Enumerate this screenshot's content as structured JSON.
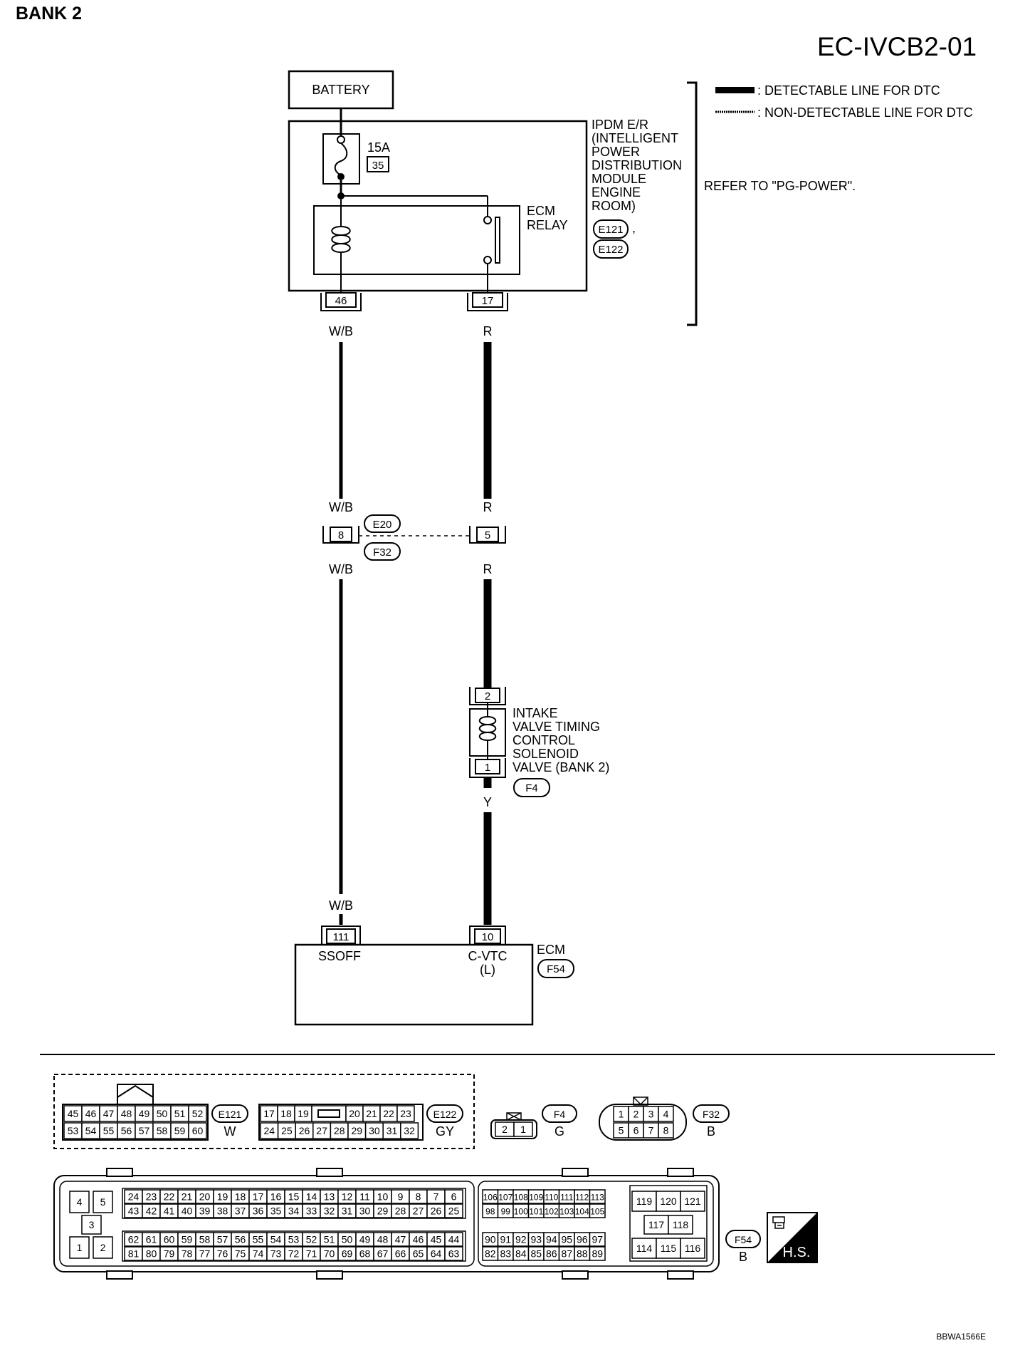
{
  "page": {
    "title": "BANK 2",
    "diagram_id": "EC-IVCB2-01",
    "code": "BBWA1566E"
  },
  "legend": {
    "detectable": ": DETECTABLE LINE FOR DTC",
    "non_detectable": ": NON-DETECTABLE LINE FOR DTC",
    "refer": "REFER TO \"PG-POWER\"."
  },
  "battery": {
    "label": "BATTERY"
  },
  "ipdm": {
    "fuse_amp": "15A",
    "fuse_no": "35",
    "relay_lines": [
      "ECM",
      "RELAY"
    ],
    "name_lines": [
      "IPDM E/R",
      "(INTELLIGENT",
      "POWER",
      "DISTRIBUTION",
      "MODULE",
      "ENGINE",
      "ROOM)"
    ],
    "connectors": [
      "E121",
      "E122"
    ],
    "comma": ",",
    "pin_left": "46",
    "pin_right": "17"
  },
  "wires": {
    "left_color": "W/B",
    "right_color": "R",
    "valve_out_color": "Y"
  },
  "joint": {
    "pin_left": "8",
    "pin_right": "5",
    "connectors": [
      "E20",
      "F32"
    ]
  },
  "valve": {
    "pin_top": "2",
    "pin_bottom": "1",
    "name_lines": [
      "INTAKE",
      "VALVE TIMING",
      "CONTROL",
      "SOLENOID",
      "VALVE (BANK 2)"
    ],
    "connector": "F4"
  },
  "ecm": {
    "pin_left": "111",
    "pin_right": "10",
    "term_left": "SSOFF",
    "term_right_1": "C-VTC",
    "term_right_2": "(L)",
    "name": "ECM",
    "connector": "F54"
  },
  "bottom_connectors": {
    "e121": {
      "row1": [
        "45",
        "46",
        "47",
        "48",
        "49",
        "50",
        "51",
        "52"
      ],
      "row2": [
        "53",
        "54",
        "55",
        "56",
        "57",
        "58",
        "59",
        "60"
      ],
      "id": "E121",
      "color": "W"
    },
    "e122": {
      "row1": [
        "17",
        "18",
        "19",
        "",
        "20",
        "21",
        "22",
        "23"
      ],
      "row2": [
        "24",
        "25",
        "26",
        "27",
        "28",
        "29",
        "30",
        "31",
        "32"
      ],
      "id": "E122",
      "color": "GY"
    },
    "f4": {
      "pins": [
        "2",
        "1"
      ],
      "id": "F4",
      "color": "G"
    },
    "f32": {
      "row1": [
        "1",
        "2",
        "3",
        "4"
      ],
      "row2": [
        "5",
        "6",
        "7",
        "8"
      ],
      "id": "F32",
      "color": "B"
    },
    "f54": {
      "id": "F54",
      "color": "B",
      "hs": "H.S.",
      "left_small": [
        "4",
        "5",
        "3",
        "1",
        "2"
      ],
      "rowA": [
        "24",
        "23",
        "22",
        "21",
        "20",
        "19",
        "18",
        "17",
        "16",
        "15",
        "14",
        "13",
        "12",
        "11",
        "10",
        "9",
        "8",
        "7",
        "6"
      ],
      "rowB": [
        "43",
        "42",
        "41",
        "40",
        "39",
        "38",
        "37",
        "36",
        "35",
        "34",
        "33",
        "32",
        "31",
        "30",
        "29",
        "28",
        "27",
        "26",
        "25"
      ],
      "rowC": [
        "62",
        "61",
        "60",
        "59",
        "58",
        "57",
        "56",
        "55",
        "54",
        "53",
        "52",
        "51",
        "50",
        "49",
        "48",
        "47",
        "46",
        "45",
        "44"
      ],
      "rowD": [
        "81",
        "80",
        "79",
        "78",
        "77",
        "76",
        "75",
        "74",
        "73",
        "72",
        "71",
        "70",
        "69",
        "68",
        "67",
        "66",
        "65",
        "64",
        "63"
      ],
      "midA": [
        "106",
        "107",
        "108",
        "109",
        "110",
        "111",
        "112",
        "113"
      ],
      "midB": [
        "98",
        "99",
        "100",
        "101",
        "102",
        "103",
        "104",
        "105"
      ],
      "midC": [
        "90",
        "91",
        "92",
        "93",
        "94",
        "95",
        "96",
        "97"
      ],
      "midD": [
        "82",
        "83",
        "84",
        "85",
        "86",
        "87",
        "88",
        "89"
      ],
      "right_top": [
        "119",
        "120",
        "121"
      ],
      "right_mid": [
        "117",
        "118"
      ],
      "right_bot": [
        "114",
        "115",
        "116"
      ]
    }
  }
}
